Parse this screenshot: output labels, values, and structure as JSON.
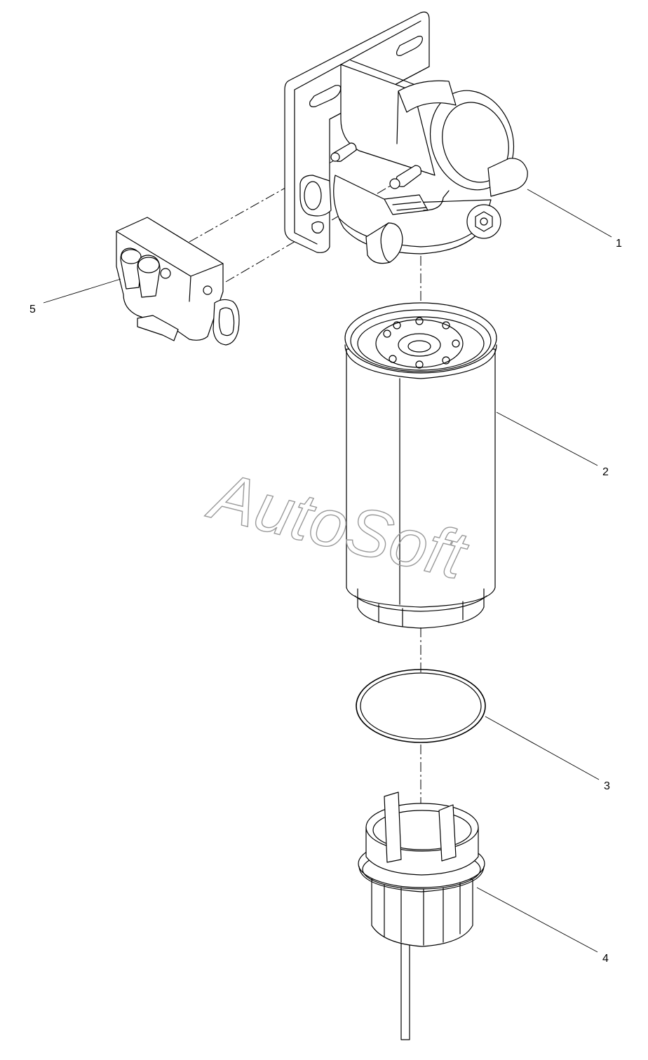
{
  "watermark": {
    "text": "AutoSoft"
  },
  "callouts": [
    {
      "label": "1",
      "part": "filter-head"
    },
    {
      "label": "2",
      "part": "filter-cartridge"
    },
    {
      "label": "3",
      "part": "o-ring"
    },
    {
      "label": "4",
      "part": "water-sensor-bowl"
    },
    {
      "label": "5",
      "part": "heater-connector"
    }
  ],
  "colors": {
    "line": "#000000",
    "watermark": "#9a9a9a",
    "background": "#ffffff"
  }
}
